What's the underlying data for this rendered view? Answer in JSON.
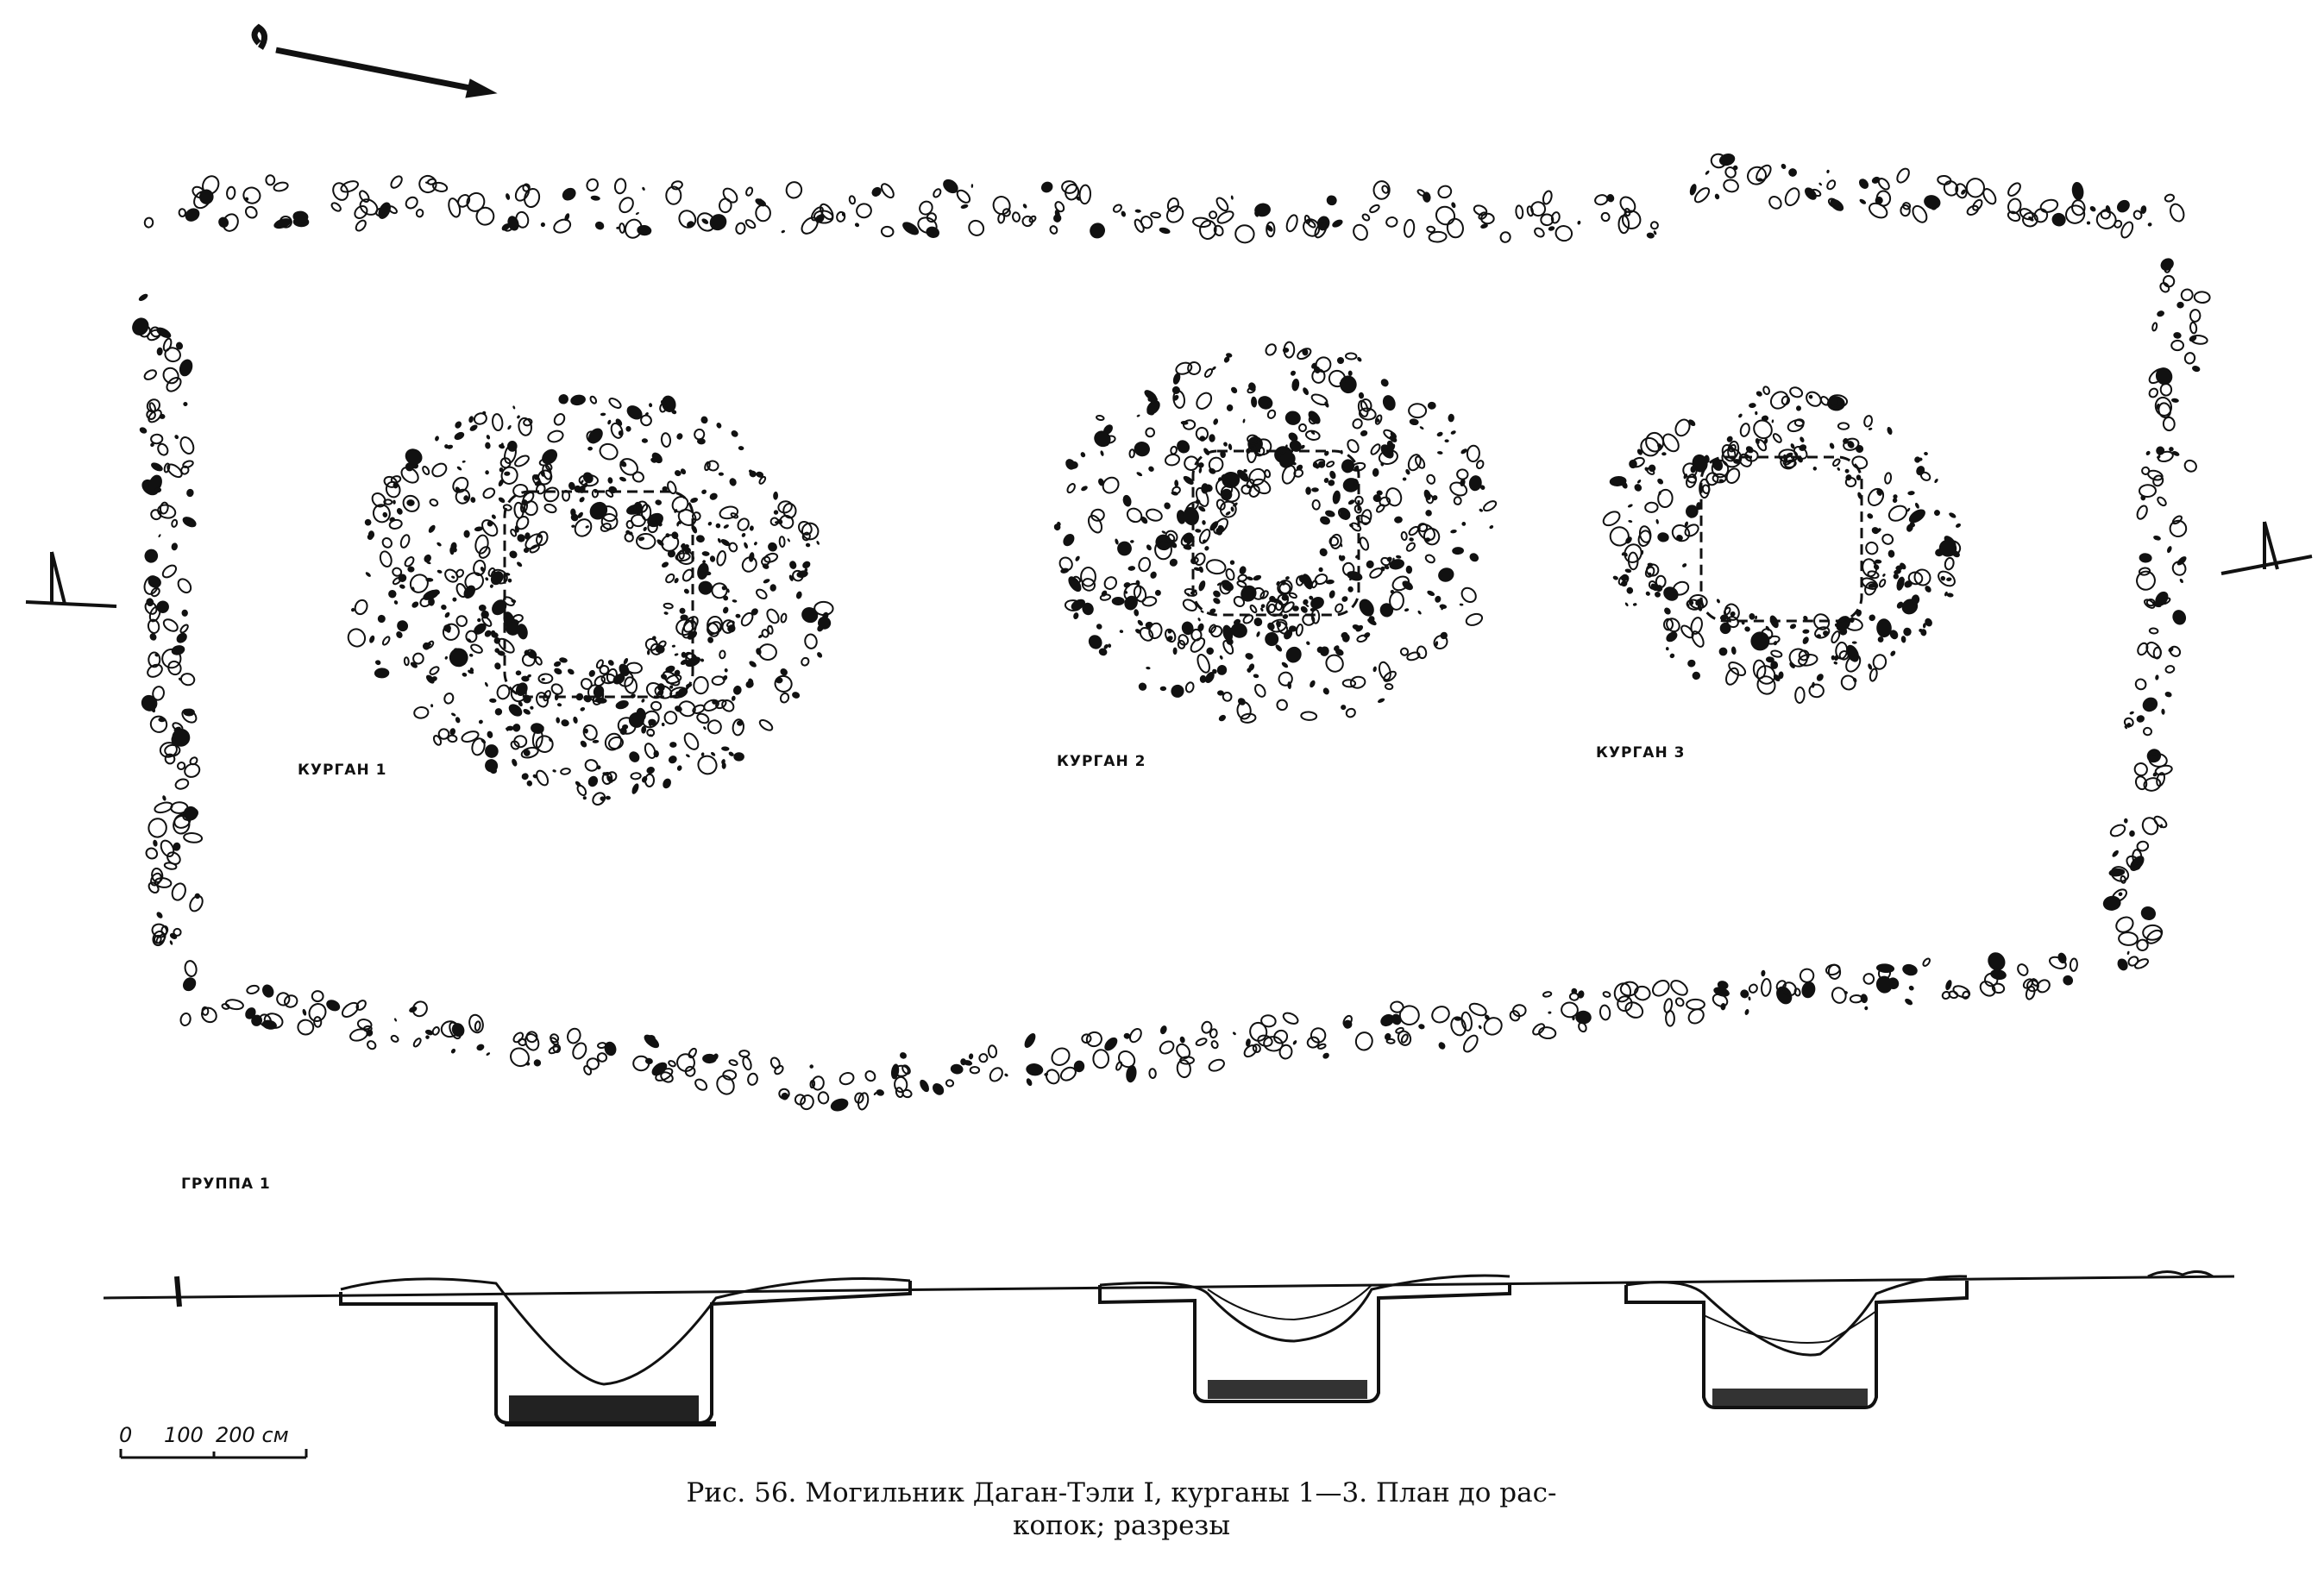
{
  "labels": {
    "kurgan1": "КУРГАН 1",
    "kurgan2": "КУРГАН 2",
    "kurgan3": "КУРГАН 3",
    "group": "ГРУППА 1"
  },
  "scale": {
    "tick0": "0",
    "tick1": "100",
    "tick2": "200 см"
  },
  "caption": {
    "line1": "Рис. 56. Могильник Даган-Тэли I, курганы 1—3. План до рас-",
    "line2": "копок; разрезы"
  },
  "colors": {
    "ink": "#111111",
    "paper": "#ffffff"
  }
}
